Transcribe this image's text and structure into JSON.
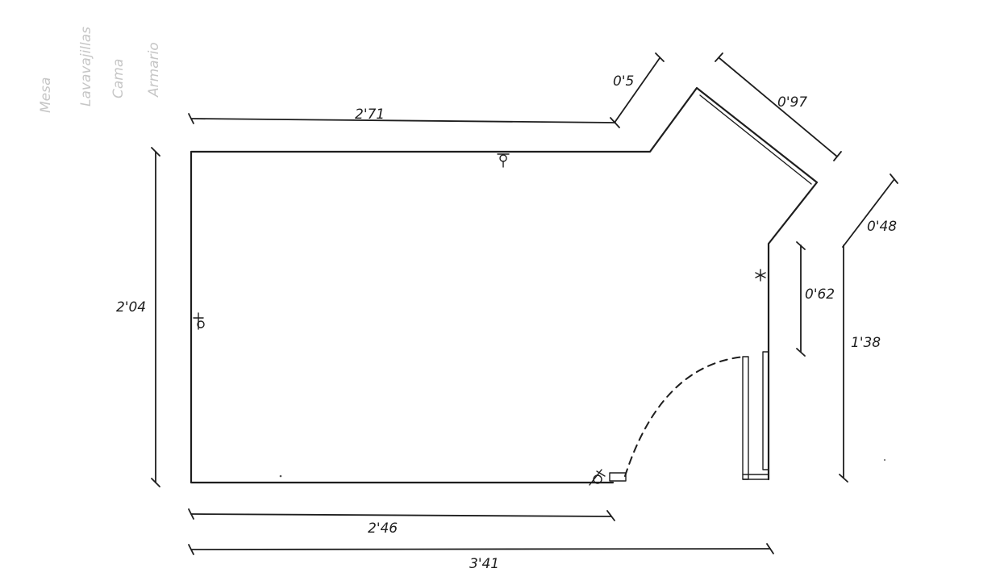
{
  "drawing": {
    "type": "hand-drawn floor plan sketch",
    "dimensions": {
      "top_wall": "2'71",
      "diagonal_short": "0'5",
      "diagonal_long": "0'97",
      "right_offset": "0'48",
      "right_inner": "0'62",
      "right_total": "1'38",
      "left_height": "2'04",
      "bottom_inner": "2'46",
      "bottom_total": "3'41"
    },
    "faint_notes": [
      "Mesa",
      "Lavavajillas",
      "Cama",
      "Armario"
    ],
    "bottom_right_note": "",
    "fixtures": [
      "ceiling-light-icon",
      "wall-outlet-icon",
      "tv-outlet-icon",
      "door-swing",
      "sliding-door"
    ]
  }
}
